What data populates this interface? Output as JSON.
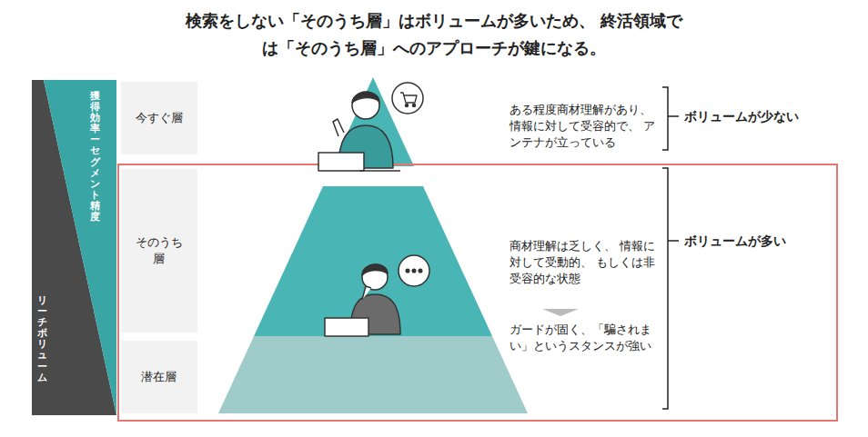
{
  "diagram": {
    "title": "検索をしない「そのうち層」はボリュームが多いため、 終活領域では「そのうち層」へのアプローチが鍵になる。",
    "nodes": [
      {
        "text": [
          "リーチボリューム"
        ]
      },
      {
        "text": [
          "獲得効率ーセグメント精度"
        ]
      },
      {
        "text": [
          "今すぐ層"
        ]
      },
      {
        "text": [
          "そのうち 層"
        ]
      },
      {
        "text": [
          "潜在層"
        ]
      }
    ],
    "labels": [
      "ある程度商材理解があり、 情報に対して受容的で、 アンテナが立っている",
      "ボリュームが少ない",
      "商材理解は乏しく、 情報に対して受動的、 もしくは非受容的な状態",
      "ガードが固く、「騙されま い」というスタンスが強い",
      "ボリュームが多い"
    ]
  }
}
